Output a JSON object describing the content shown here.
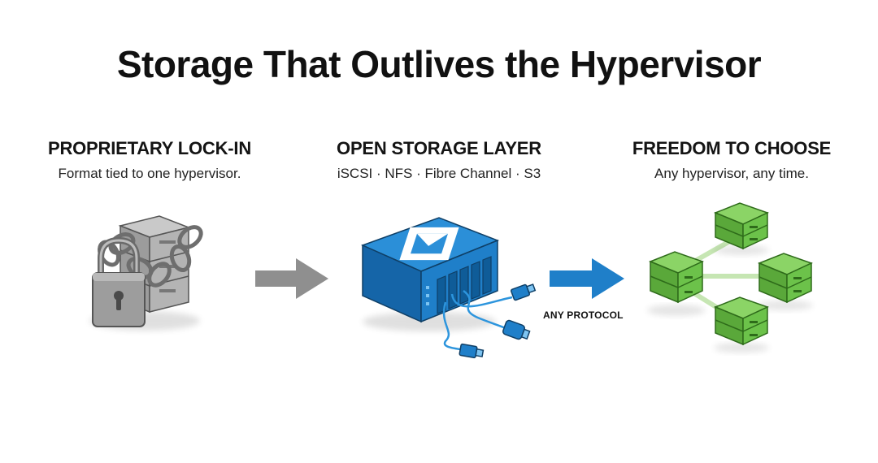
{
  "title": "Storage That Outlives the Hypervisor",
  "panels": [
    {
      "heading": "PROPRIETARY LOCK-IN",
      "subtitle": "Format tied to one hypervisor.",
      "icon": "locked-server-icon"
    },
    {
      "heading": "OPEN STORAGE LAYER",
      "subtitle": "iSCSI · NFS · Fibre Channel · S3",
      "icon": "storage-array-icon"
    },
    {
      "heading": "FREEDOM TO CHOOSE",
      "subtitle": "Any hypervisor, any time.",
      "icon": "server-network-icon"
    }
  ],
  "protocol_label": "ANY PROTOCOL",
  "colors": {
    "gray": "#8f8f8f",
    "blue": "#1f7fc9",
    "green": "#6cc24a"
  }
}
